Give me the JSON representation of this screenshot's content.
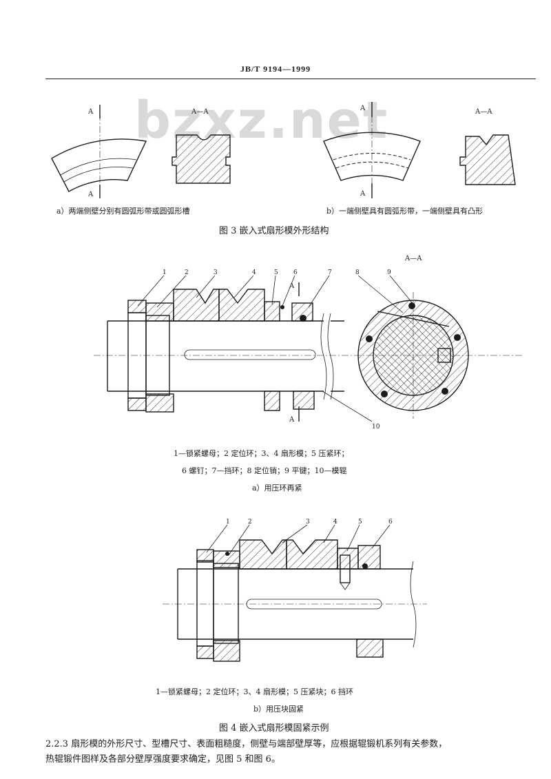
{
  "header": {
    "code": "JB/T 9194—1999"
  },
  "watermark": "bzxz.net",
  "figure3": {
    "section_label_left": "A—A",
    "section_label_right": "A—A",
    "cut_mark": "A",
    "caption_a": "a）两端侧壁分别有圆弧形带或圆弧形槽",
    "caption_b": "b）一端侧壁具有圆弧形带，一端侧壁具有凸形",
    "title": "图 3   嵌入式扇形模外形结构"
  },
  "figure4a": {
    "section_label": "A—A",
    "cut_mark": "A",
    "part_numbers": [
      "1",
      "2",
      "3",
      "4",
      "5",
      "6",
      "7",
      "8",
      "9",
      "10"
    ],
    "legend_line1": "1—锁紧螺母；2  定位环；3、4  扇形模；5  压紧环；",
    "legend_line2": "6  螺钉；7—挡环；8  定位销；9  平键；10—模辊",
    "caption": "a）用压环再紧"
  },
  "figure4b": {
    "part_numbers": [
      "1",
      "2",
      "3",
      "4",
      "5",
      "6"
    ],
    "legend": "1—锁紧螺母；2  定位环；3、4  扇形模；5  压紧块；6  挡环",
    "caption": "b）用压块固紧",
    "title": "图 4   嵌入式扇形模固紧示例"
  },
  "paragraph": {
    "line1": "2.2.3   扇形模的外形尺寸、型槽尺寸、表面粗糙度，侧壁与端部壁厚等，应根据辊锻机系列有关参数，",
    "line2": "热辊锻件图样及各部分壁厚强度要求确定，见图 5 和图 6。"
  }
}
